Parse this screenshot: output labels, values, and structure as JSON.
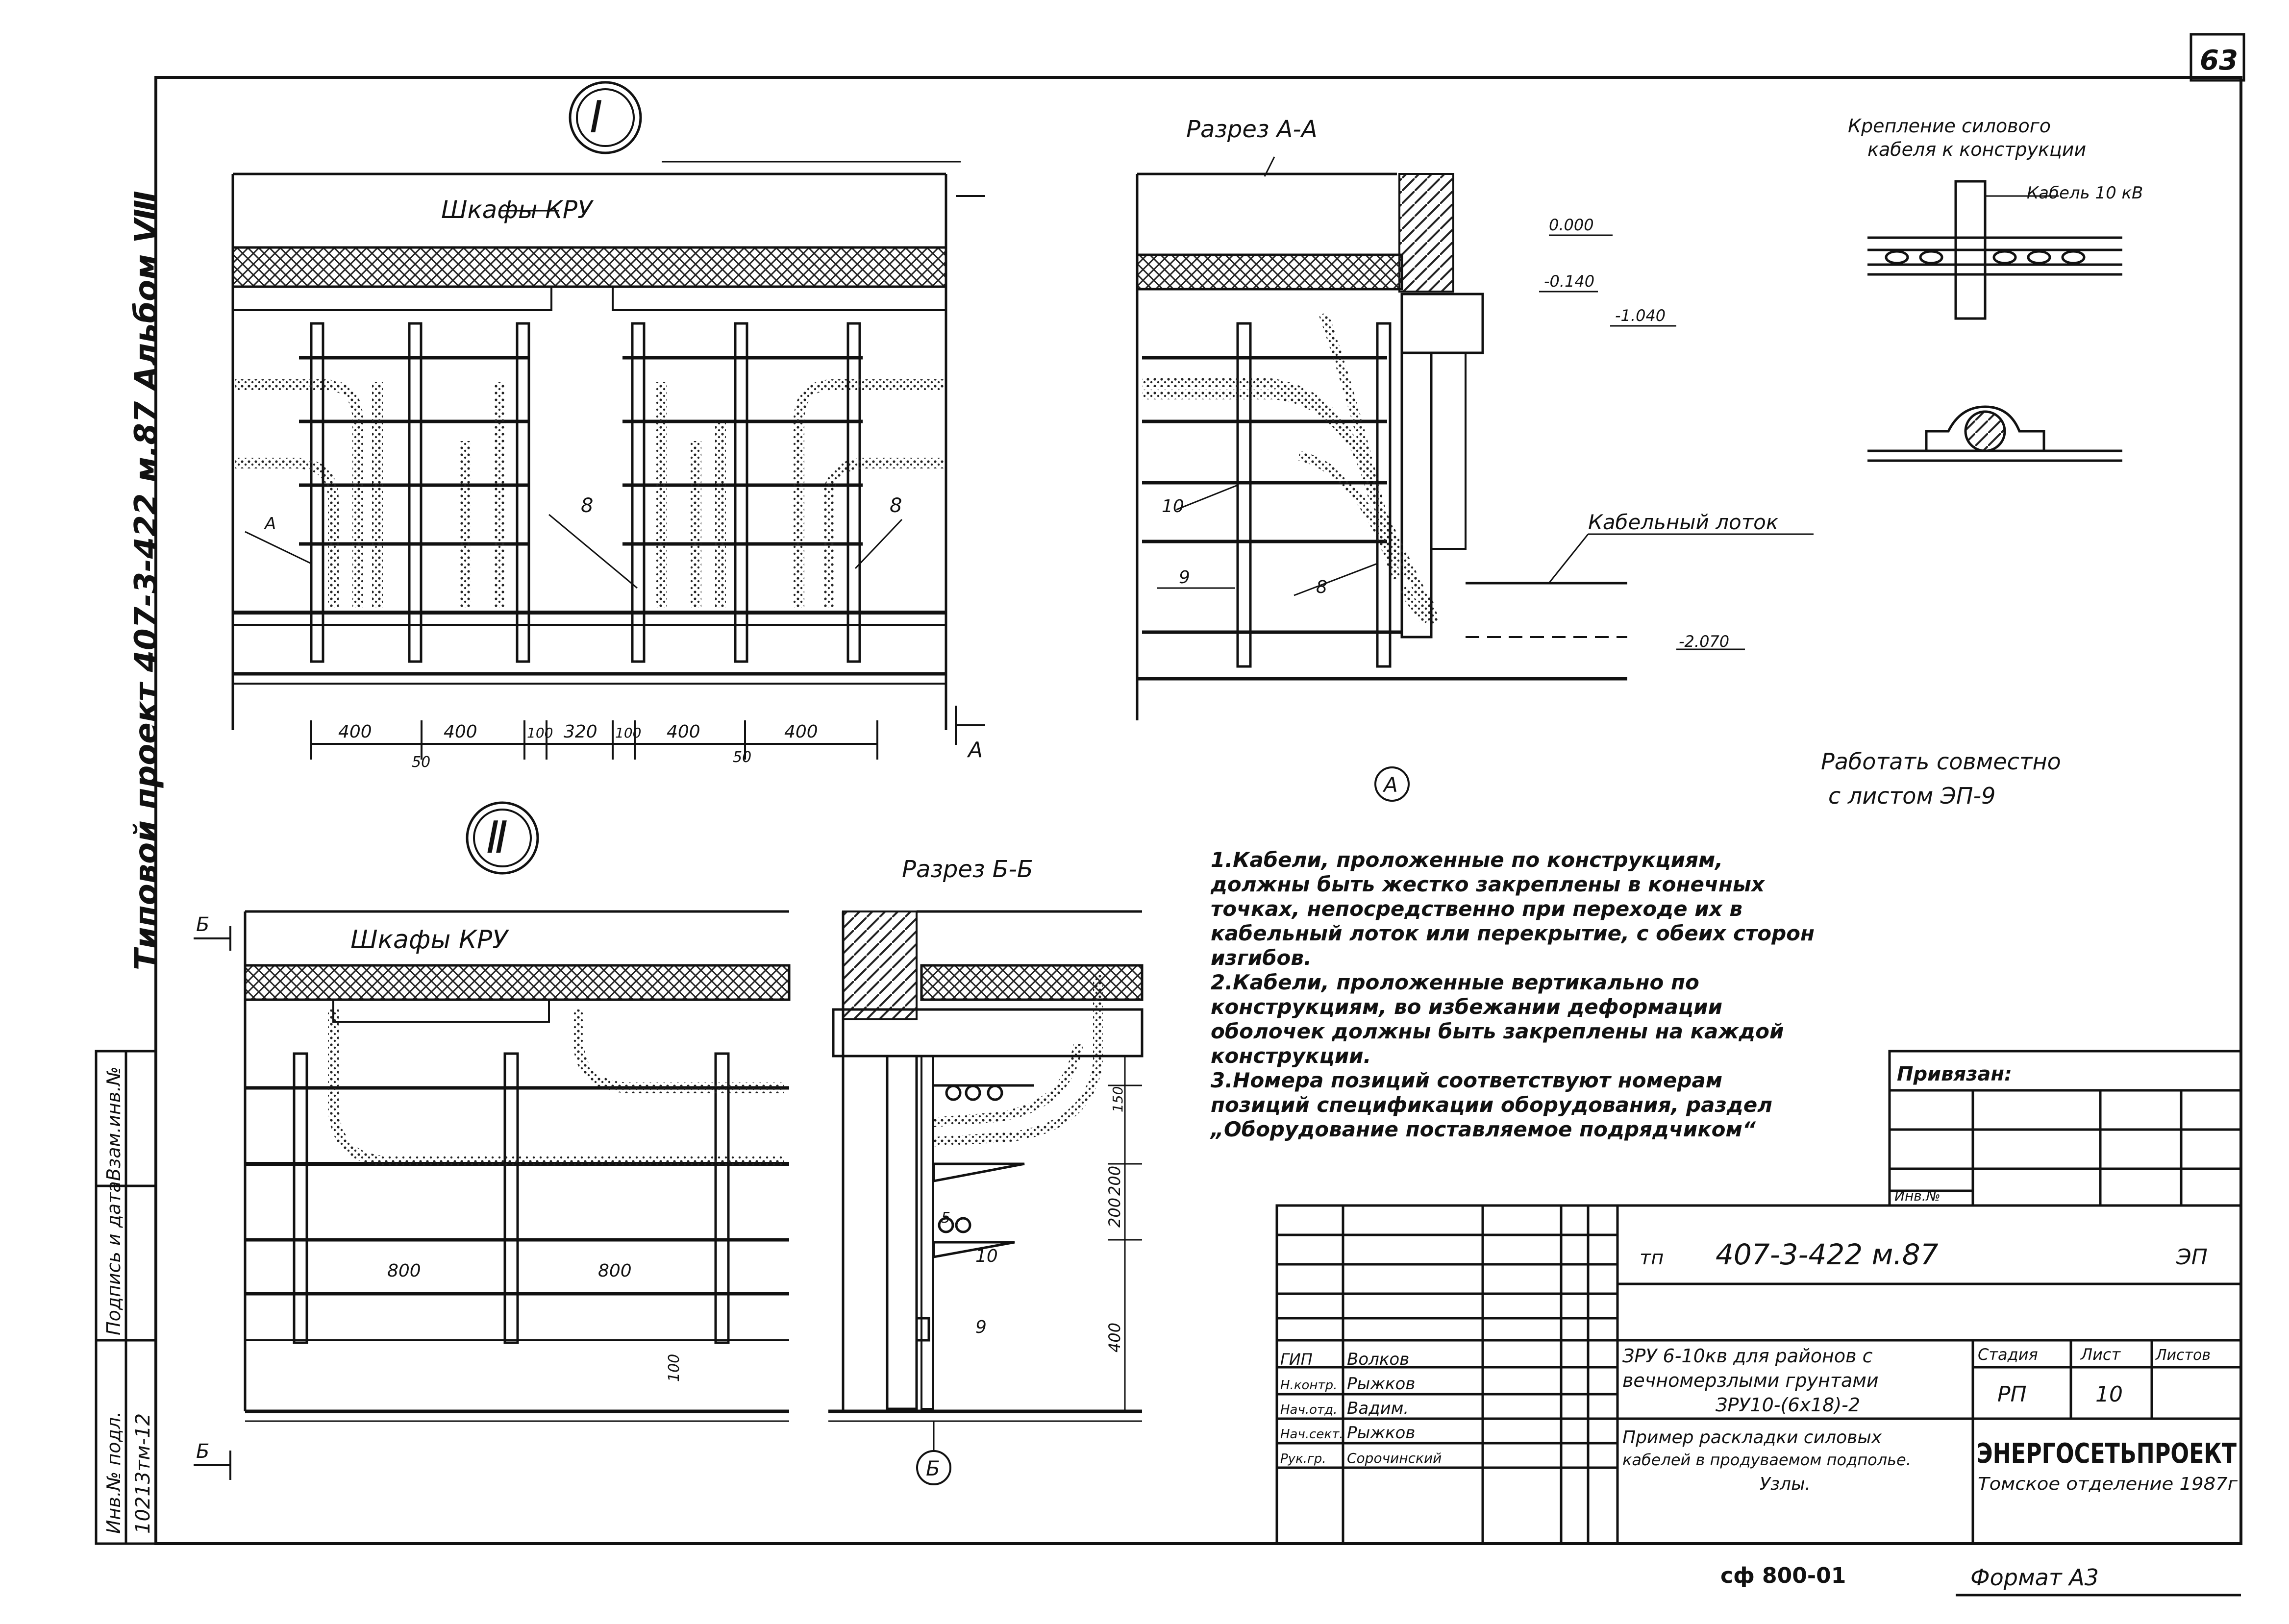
{
  "sheet": {
    "sheet_number": "63",
    "format": "Формат А3",
    "form_code": "сф 800-01"
  },
  "side_stamp": {
    "vertical_title": "Типовой проект 407-3-422 м.87 Альбом Ⅷ",
    "labels": [
      "Инв.№ подл.",
      "Подпись и дата",
      "Взам.инв.№"
    ],
    "inv_value": "10213тм-12"
  },
  "views": {
    "node1": {
      "marker": "Ⅰ",
      "caption": "Шкафы КРУ",
      "refs": [
        "А",
        "8",
        "8",
        "А"
      ],
      "dims": [
        "400",
        "400",
        "100",
        "320",
        "100",
        "400",
        "400",
        "50",
        "50"
      ]
    },
    "sectionA": {
      "title": "Разрез А-А",
      "marker": "А",
      "levels": [
        "0.000",
        "-0.140",
        "-1.040",
        "-2.070"
      ],
      "cable_tray": "Кабельный лоток",
      "refs": [
        "10",
        "9",
        "8"
      ]
    },
    "fixing": {
      "title": "Крепление силового кабеля к конструкции",
      "cable_label": "Кабель 10 кВ"
    },
    "node2": {
      "marker": "Ⅱ",
      "caption": "Шкафы КРУ",
      "section_mark": "Б",
      "dims": [
        "800",
        "800",
        "100"
      ]
    },
    "sectionB": {
      "title": "Разрез Б-Б",
      "marker": "Б",
      "dims": [
        "150",
        "200",
        "200",
        "400"
      ],
      "refs": [
        "5",
        "10",
        "9"
      ]
    }
  },
  "work_together": [
    "Работать совместно",
    "с листом ЭП-9"
  ],
  "notes": [
    "1.Кабели, проложенные по конструкциям, должны быть жестко закреплены в конечных точках, непосредственно при переходе их в кабельный лоток или перекрытие, с обеих сторон изгибов.",
    "2.Кабели, проложенные вертикально по конструкциям, во избежании деформации оболочек должны быть закреплены на каждой конструкции.",
    "3.Номера позиций соответствуют номерам позиций спецификации оборудования, раздел „Оборудование поставляемое подрядчиком“"
  ],
  "binding": {
    "label": "Привязан:",
    "inv": "Инв.№"
  },
  "title_block": {
    "code_prefix": "тп",
    "code": "407-3-422 м.87",
    "mark": "ЭП",
    "persons": [
      {
        "role": "ГИП",
        "name": "Волков"
      },
      {
        "role": "Н.контр.",
        "name": "Рыжков"
      },
      {
        "role": "Нач.отд.",
        "name": "Вадим."
      },
      {
        "role": "Нач.сект.",
        "name": "Рыжков"
      },
      {
        "role": "Рук.гр.",
        "name": "Сорочинский"
      }
    ],
    "object_name": [
      "ЗРУ 6-10кв для районов с",
      "вечномерзлыми грунтами",
      "ЗРУ10-(6х18)-2"
    ],
    "drawing_name": [
      "Пример раскладки силовых",
      "кабелей в продуваемом подполье.",
      "Узлы."
    ],
    "stage_label": "Стадия",
    "sheet_label": "Лист",
    "sheets_label": "Листов",
    "stage": "РП",
    "sheet": "10",
    "org": "ЭНЕРГОСЕТЬПРОЕКТ",
    "org_dept": "Томское отделение 1987г"
  }
}
